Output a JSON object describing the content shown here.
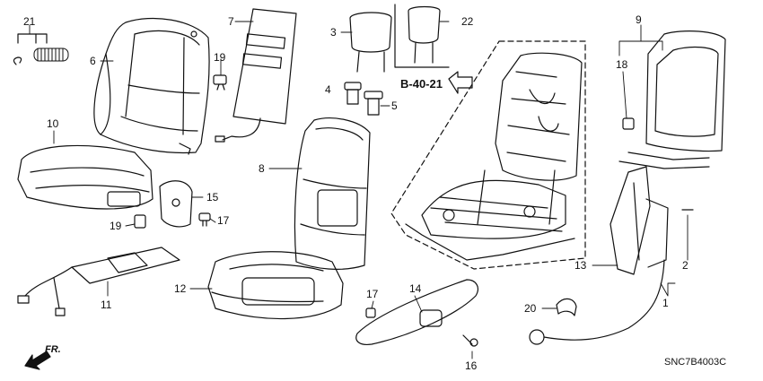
{
  "diagram": {
    "callouts": [
      "21",
      "6",
      "7",
      "19",
      "3",
      "22",
      "9",
      "18",
      "4",
      "5",
      "10",
      "8",
      "15",
      "19",
      "17",
      "13",
      "2",
      "11",
      "12",
      "17",
      "14",
      "1",
      "20",
      "16"
    ],
    "reference": "B-40-21",
    "direction_label": "FR.",
    "part_code": "SNC7B4003C"
  }
}
